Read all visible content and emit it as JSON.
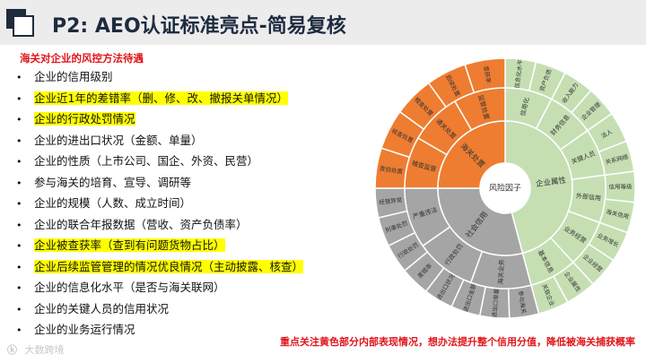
{
  "title": "P2: AEO认证标准亮点-简易复核",
  "subtitle": "海关对企业的风控方法待遇",
  "bullets": [
    {
      "text": "企业的信用级别",
      "highlight": false
    },
    {
      "text": "企业近1年的差错率（删、修、改、撤报关单情况）",
      "highlight": true
    },
    {
      "text": "企业的行政处罚情况",
      "highlight": true
    },
    {
      "text": "企业的进出口状况（金额、单量）",
      "highlight": false
    },
    {
      "text": "企业的性质（上市公司、国企、外资、民营）",
      "highlight": false
    },
    {
      "text": "参与海关的培育、宣导、调研等",
      "highlight": false
    },
    {
      "text": "企业的规模（人数、成立时间）",
      "highlight": false
    },
    {
      "text": "企业的联合年报数据（营收、资产负债率）",
      "highlight": false
    },
    {
      "text": "企业被查获率（查到有问题货物占比）",
      "highlight": true
    },
    {
      "text": "企业后续监管管理的情况优良情况（主动披露、核查）",
      "highlight": true
    },
    {
      "text": "企业的信息化水平（是否与海关联网）",
      "highlight": false
    },
    {
      "text": "企业的关键人员的信用状况",
      "highlight": false
    },
    {
      "text": "企业的业务运行情况",
      "highlight": false
    }
  ],
  "chart": {
    "center_label": "风险因子",
    "colors": {
      "orange": "#ee7d31",
      "green": "#c5dfb3",
      "gray": "#a5a5a5",
      "highlight": "#ffff00",
      "accent_red": "#e0161b"
    },
    "inner": [
      {
        "label": "企业属性",
        "group": "green"
      },
      {
        "label": "社会信用",
        "group": "gray"
      },
      {
        "label": "海关处置",
        "group": "orange"
      }
    ],
    "middle": [
      {
        "label": "信用化",
        "group": "green"
      },
      {
        "label": "财务信息",
        "group": "green"
      },
      {
        "label": "关键人员",
        "group": "green"
      },
      {
        "label": "外部信用",
        "group": "green"
      },
      {
        "label": "业务经营",
        "group": "green"
      },
      {
        "label": "基本信息",
        "group": "green"
      },
      {
        "label": "海关业务",
        "group": "gray"
      },
      {
        "label": "行政处罚",
        "group": "gray"
      },
      {
        "label": "严重违法",
        "group": "gray"
      },
      {
        "label": "稽查监管",
        "group": "orange"
      },
      {
        "label": "通关处置",
        "group": "orange"
      },
      {
        "label": "监管处置",
        "group": "orange"
      }
    ],
    "outer": [
      {
        "label": "信息化水平",
        "group": "green"
      },
      {
        "label": "资产负债",
        "group": "green"
      },
      {
        "label": "收入能力",
        "group": "green"
      },
      {
        "label": "企业管理",
        "group": "green"
      },
      {
        "label": "法人",
        "group": "green"
      },
      {
        "label": "关系网络",
        "group": "green"
      },
      {
        "label": "信用等级",
        "group": "green"
      },
      {
        "label": "海关信用",
        "group": "green"
      },
      {
        "label": "业务增长",
        "group": "green"
      },
      {
        "label": "企业经营",
        "group": "green"
      },
      {
        "label": "企业属性",
        "group": "green"
      },
      {
        "label": "关联企业",
        "group": "green"
      },
      {
        "label": "参与海关",
        "group": "gray"
      },
      {
        "label": "进出口单量",
        "group": "gray"
      },
      {
        "label": "进出口金额",
        "group": "gray"
      },
      {
        "label": "进出口状况",
        "group": "gray"
      },
      {
        "label": "差错率",
        "group": "gray"
      },
      {
        "label": "行政处罚",
        "group": "gray"
      },
      {
        "label": "刑事处罚",
        "group": "gray"
      },
      {
        "label": "经营异常",
        "group": "gray"
      },
      {
        "label": "查验处置",
        "group": "orange"
      },
      {
        "label": "核查处置",
        "group": "orange"
      },
      {
        "label": "稽查处置",
        "group": "orange"
      },
      {
        "label": "后续处置",
        "group": "orange"
      },
      {
        "label": "查获率",
        "group": "orange"
      }
    ]
  },
  "footer_note": "重点关注黄色部分内部表现情况，想办法提升整个信用分值，降低被海关捕获概率",
  "logo_text": "大数跨境"
}
